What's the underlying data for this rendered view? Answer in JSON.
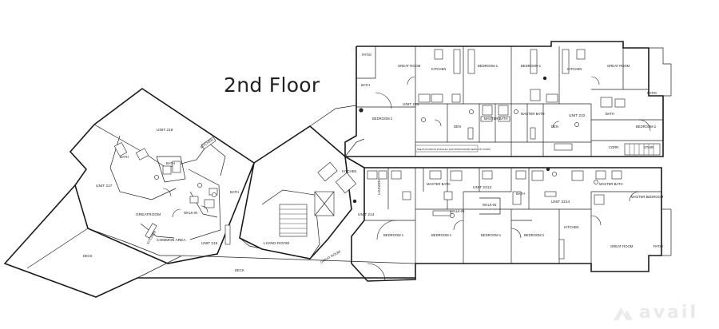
{
  "title": "2nd Floor",
  "logo": {
    "icon": "avail-mountain-icon",
    "text": "avail"
  },
  "rooms": {
    "patio_top_left": "PATIO",
    "great_room_top_1": "GREAT ROOM",
    "kitchen_top_1": "KITCHEN",
    "bedroom_top_1": "BEDROOM 1",
    "bedroom_top_2": "BEDROOM 1",
    "kitchen_top_2": "KITCHEN",
    "great_room_top_2": "GREAT ROOM",
    "patio_top_right": "PATIO",
    "bath_top_1": "BATH",
    "bedroom_top_3": "BEDROOM 2",
    "unit_top_1": "UNIT 221",
    "master_bath_1": "MASTER BATH",
    "master_bath_2": "MASTER BATH",
    "den_top_1": "DEN",
    "den_top_2": "DEN",
    "unit_top_2": "UNIT 222",
    "bath_top_2": "BATH",
    "bedroom_top_4": "BEDROOM 2",
    "note_top": "SEE PLAN ABOVE FOR ELEV. AND APPROXIMATE DEPTH OF STAIRS",
    "unit_left_1": "UNIT 218",
    "bath_left_1": "BATH",
    "bath_left_2": "BATH",
    "kitchen_left": "KITCHEN",
    "unit_left_2": "UNIT 217",
    "great_room_left": "GREATROOM",
    "walk_in_left": "WALK-IN",
    "bath_left_3": "BATH",
    "common_area": "COMMON AREA",
    "kitchen_left_2": "KITCHEN",
    "unit_left_3": "UNIT 215",
    "living_room": "LIVING ROOM",
    "deck_left": "DECK",
    "deck_bottom": "DECK",
    "kitchen_mid": "KITCHEN",
    "unit_mid": "UNIT 214",
    "great_room_mid": "GREAT ROOM",
    "laundry": "LAUNDRY",
    "master_bath_3": "MASTER BATH",
    "bedroom_mid_1": "BEDROOM 1",
    "bedroom_mid_2": "BEDROOM 1",
    "walk_in_mid": "WALK-IN",
    "unit_mid_2": "UNIT 2213",
    "walk_in_mid_2": "WALK-IN",
    "bedroom_mid_3": "BEDROOM 1",
    "bath_mid": "BATH",
    "unit_mid_3": "UNIT 2214",
    "bedroom_mid_4": "BEDROOM 2",
    "kitchen_right": "KITCHEN",
    "master_bath_4": "MASTER BATH",
    "master_bedroom": "MASTER BEDROOM",
    "great_room_right": "GREAT ROOM",
    "patio_right": "PATIO",
    "corr_right": "CORR",
    "stair_right": "STAIR"
  }
}
